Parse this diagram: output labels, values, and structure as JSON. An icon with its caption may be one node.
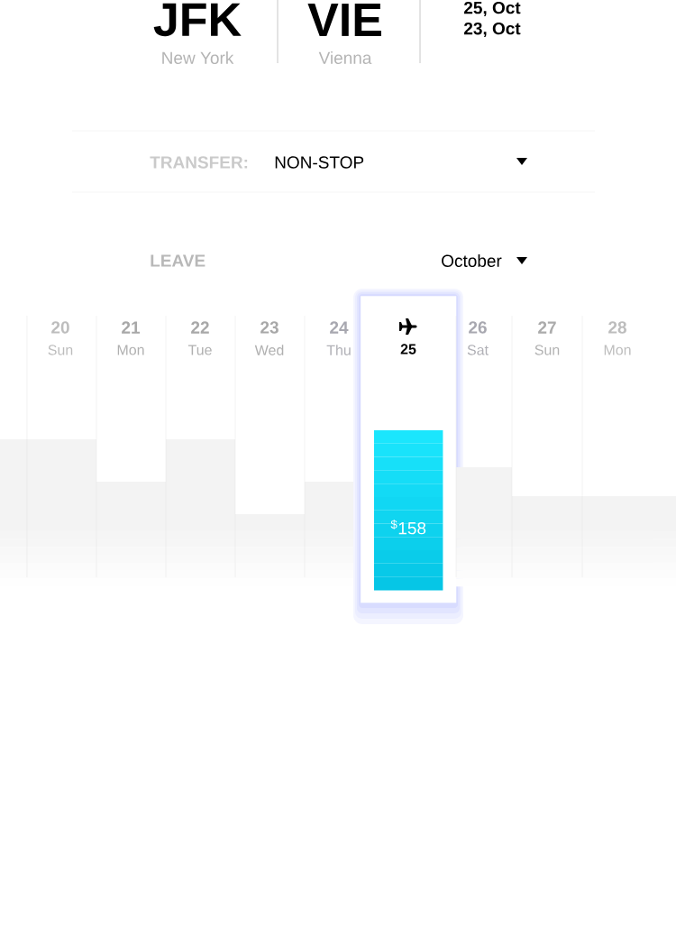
{
  "diagram": {
    "nodes": [
      {
        "text": [
          "20",
          "Sun"
        ]
      },
      {
        "text": [
          "21",
          "Mon"
        ]
      },
      {
        "text": [
          "22",
          "Tue"
        ]
      },
      {
        "text": [
          "23",
          "Wed"
        ]
      },
      {
        "text": [
          "24",
          "Thu"
        ]
      },
      {
        "text": [
          "25"
        ]
      },
      {
        "text": [
          "$^{$}$158"
        ],
        "in": 5
      },
      {
        "text": [
          "26",
          "Sat"
        ]
      },
      {
        "text": [
          "27",
          "Sun"
        ]
      },
      {
        "text": [
          "28",
          "Mon"
        ]
      }
    ],
    "labels": [
      "JFK",
      "New York",
      "VIE",
      "Vienna",
      "25, Oct",
      "23, Oct",
      "TRANSFER:",
      "NON-STOP",
      "LEAVE",
      "October"
    ]
  }
}
